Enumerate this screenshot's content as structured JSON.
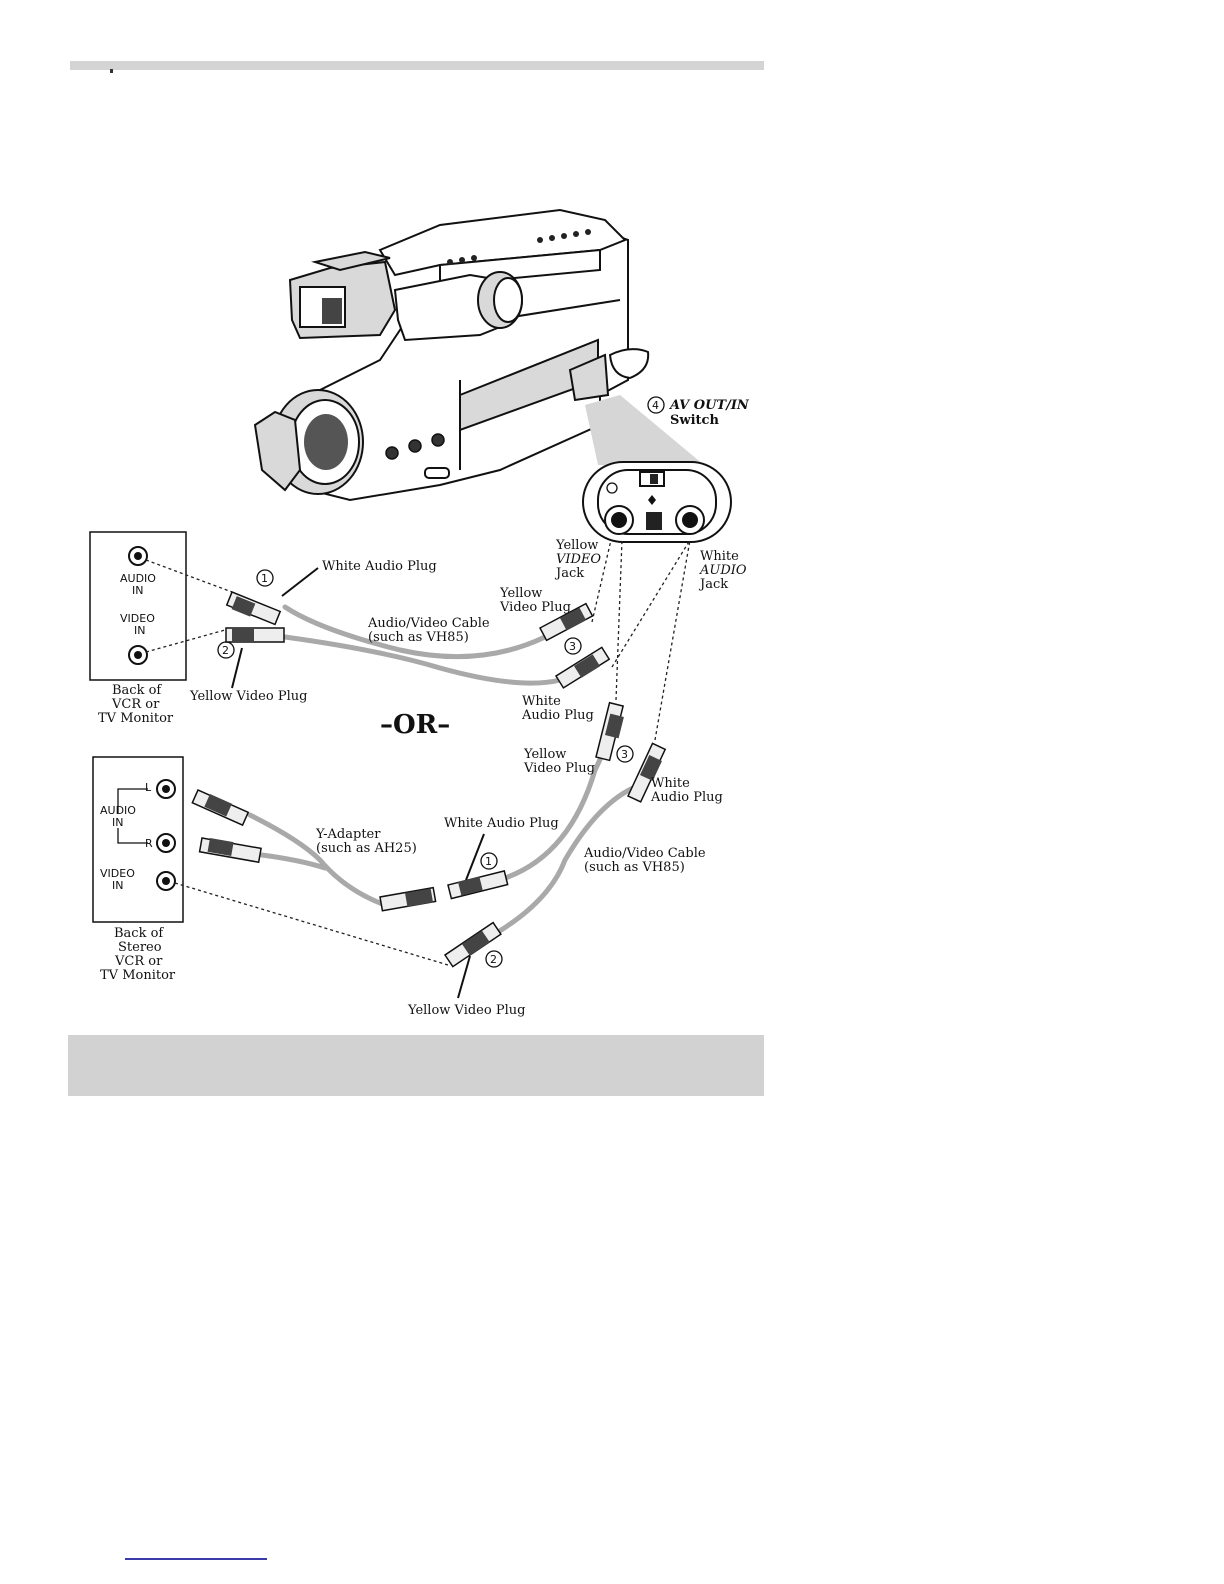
{
  "labels": {
    "av_switch_num": "4",
    "av_switch_name": "AV OUT/IN",
    "av_switch_word": "Switch",
    "yellow_video_jack": [
      "Yellow",
      "VIDEO",
      "Jack"
    ],
    "white_audio_jack": [
      "White",
      "AUDIO",
      "Jack"
    ],
    "panel1_audio": [
      "AUDIO",
      "IN"
    ],
    "panel1_video": [
      "VIDEO",
      "IN"
    ],
    "panel1_caption": [
      "Back of",
      "VCR or",
      "TV Monitor"
    ],
    "white_audio_plug_1": "White Audio Plug",
    "yellow_video_plug_1": "Yellow Video Plug",
    "av_cable_1": [
      "Audio/Video Cable",
      "(such as VH85)"
    ],
    "yellow_video_plug_top": [
      "Yellow",
      "Video Plug"
    ],
    "white_audio_plug_top": [
      "White",
      "Audio Plug"
    ],
    "or_text": "–OR–",
    "panel2_audio": [
      "AUDIO",
      "IN"
    ],
    "panel2_l": "L",
    "panel2_r": "R",
    "panel2_video": [
      "VIDEO",
      "IN"
    ],
    "panel2_caption": [
      "Back of",
      "Stereo",
      "VCR or",
      "TV Monitor"
    ],
    "y_adapter": [
      "Y-Adapter",
      "(such as AH25)"
    ],
    "white_audio_plug_2": "White Audio Plug",
    "yellow_video_plug_mid": [
      "Yellow",
      "Video Plug"
    ],
    "white_audio_plug_mid": [
      "White",
      "Audio Plug"
    ],
    "av_cable_2": [
      "Audio/Video Cable",
      "(such as VH85)"
    ],
    "yellow_video_plug_2": "Yellow Video Plug",
    "step_1": "1",
    "step_2": "2",
    "step_3": "3"
  }
}
